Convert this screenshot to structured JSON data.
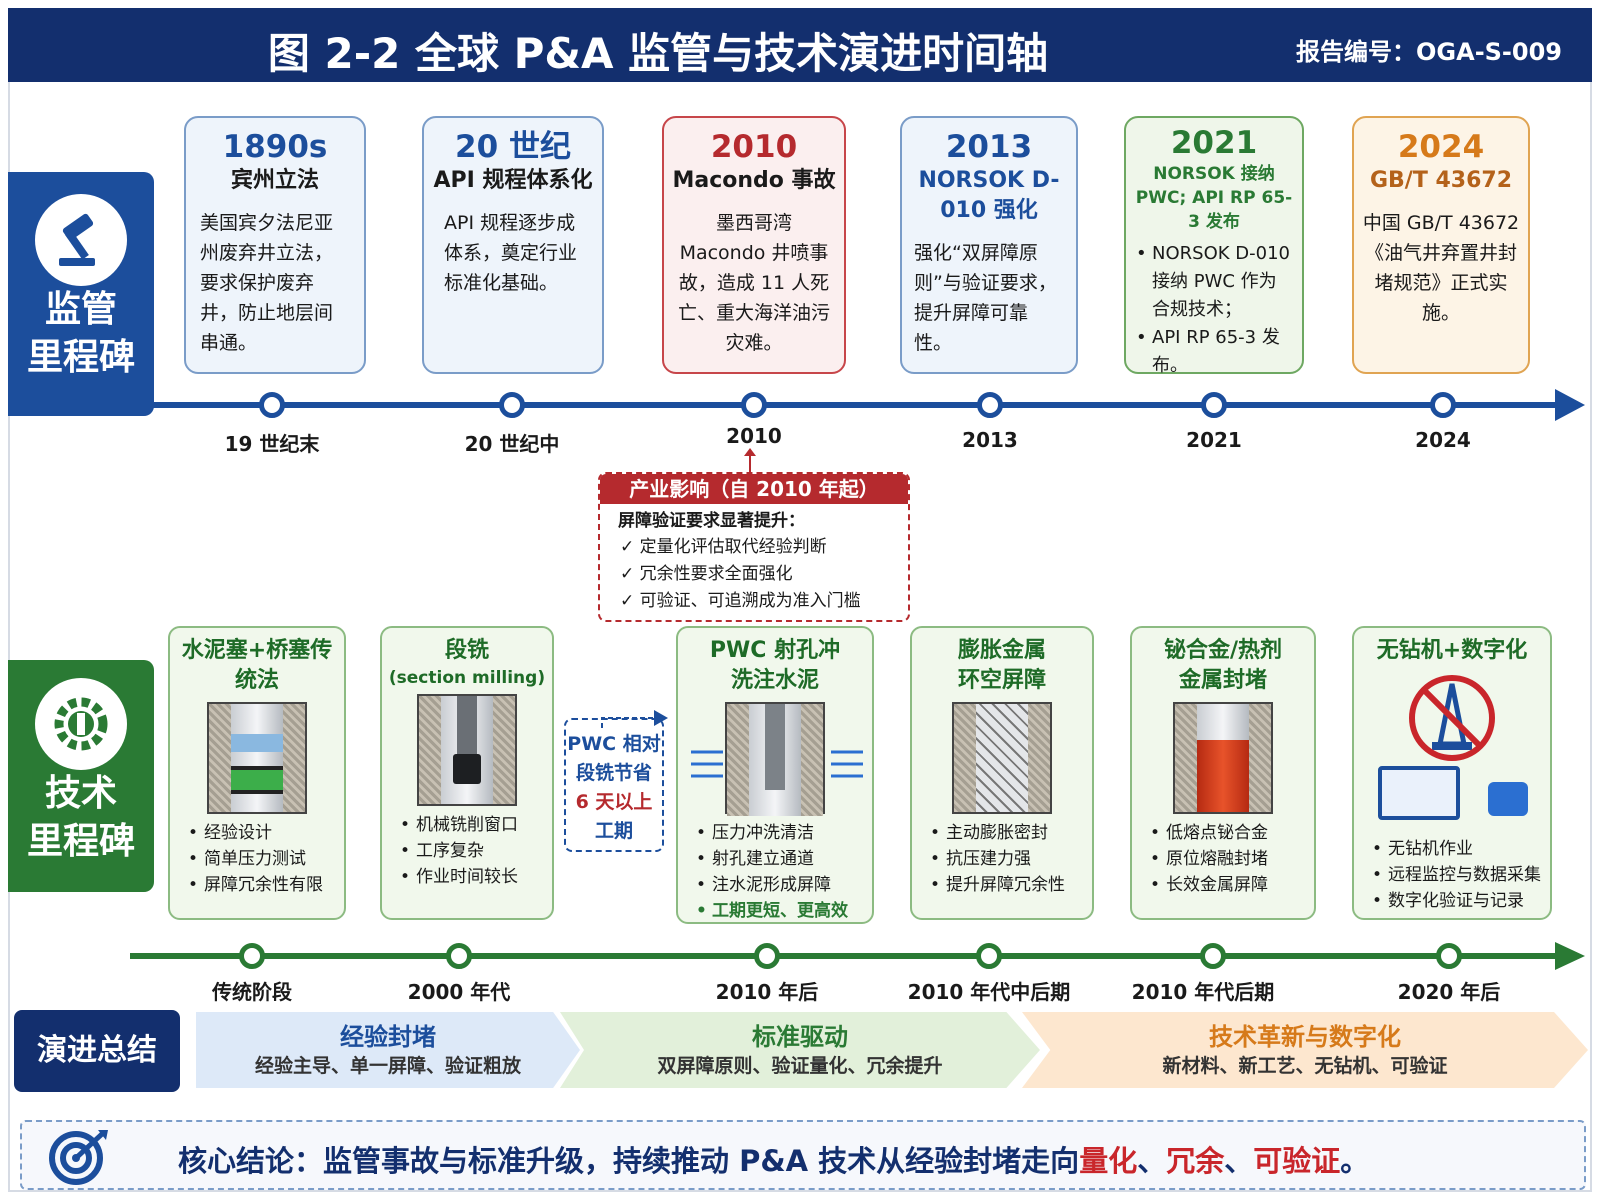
{
  "header": {
    "title": "图 2-2 全球 P&A 监管与技术演进时间轴",
    "report_no": "报告编号：OGA-S-009"
  },
  "colors": {
    "navy": "#132f6e",
    "blue_badge": "#1c4e9c",
    "green_badge": "#2a7a34",
    "red": "#b52a2e",
    "orange": "#d67a1a",
    "green_axis": "#2a7a34"
  },
  "regulatory": {
    "badge": {
      "icon": "gavel-icon",
      "line1": "监管",
      "line2": "里程碑"
    },
    "milestones": [
      {
        "year": "1890s",
        "subtitle": "宾州立法",
        "desc": "美国宾夕法尼亚州废弃井立法，要求保护废弃井，防止地层间串通。",
        "tick": "19 世纪末"
      },
      {
        "year": "20 世纪",
        "subtitle": "API 规程体系化",
        "desc": "API 规程逐步成体系，奠定行业标准化基础。",
        "tick": "20 世纪中"
      },
      {
        "year": "2010",
        "subtitle": "Macondo 事故",
        "desc": "墨西哥湾 Macondo 井喷事故，造成 11 人死亡、重大海洋油污灾难。",
        "tick": "2010"
      },
      {
        "year": "2013",
        "subtitle": "NORSOK D-010 强化",
        "desc": "强化“双屏障原则”与验证要求，提升屏障可靠性。",
        "tick": "2013"
      },
      {
        "year": "2021",
        "subtitle": "NORSOK 接纳 PWC; API RP 65-3 发布",
        "bullets": [
          "NORSOK D-010 接纳 PWC 作为合规技术；",
          "API RP 65-3 发布。"
        ],
        "tick": "2021"
      },
      {
        "year": "2024",
        "subtitle": "GB/T 43672",
        "desc": "中国 GB/T 43672《油气井弃置井封堵规范》正式实施。",
        "tick": "2024"
      }
    ]
  },
  "impact": {
    "title": "产业影响（自 2010 年起）",
    "lead": "屏障验证要求显著提升：",
    "items": [
      "定量化评估取代经验判断",
      "冗余性要求全面强化",
      "可验证、可追溯成为准入门槛"
    ]
  },
  "technology": {
    "badge": {
      "icon": "gear-wrench-icon",
      "line1": "技术",
      "line2": "里程碑"
    },
    "stages": [
      {
        "title": "水泥塞+桥塞传统法",
        "bullets": [
          "经验设计",
          "简单压力测试",
          "屏障冗余性有限"
        ],
        "tick": "传统阶段"
      },
      {
        "title": "段铣",
        "subtitle": "(section milling)",
        "bullets": [
          "机械铣削窗口",
          "工序复杂",
          "作业时间较长"
        ],
        "tick": "2000 年代"
      },
      {
        "title": "PWC 射孔冲洗注水泥",
        "bullets": [
          "压力冲洗清洁",
          "射孔建立通道",
          "注水泥形成屏障",
          "工期更短、更高效"
        ],
        "tick": "2010 年后"
      },
      {
        "title": "膨胀金属环空屏障",
        "bullets": [
          "主动膨胀密封",
          "抗压建力强",
          "提升屏障冗余性"
        ],
        "tick": "2010 年代中后期"
      },
      {
        "title": "铋合金/热剂金属封堵",
        "bullets": [
          "低熔点铋合金",
          "原位熔融封堵",
          "长效金属屏障"
        ],
        "tick": "2010 年代后期"
      },
      {
        "title": "无钻机+数字化",
        "bullets": [
          "无钻机作业",
          "远程监控与数据采集",
          "数字化验证与记录"
        ],
        "tick": "2020 年后"
      }
    ],
    "pwc_note": {
      "l1": "PWC 相对",
      "l2": "段铣节省",
      "l3": "6 天以上",
      "l4": "工期"
    }
  },
  "summary": {
    "label": "演进总结",
    "phases": [
      {
        "title": "经验封堵",
        "desc": "经验主导、单一屏障、验证粗放"
      },
      {
        "title": "标准驱动",
        "desc": "双屏障原则、验证量化、冗余提升"
      },
      {
        "title": "技术革新与数字化",
        "desc": "新材料、新工艺、无钻机、可验证"
      }
    ]
  },
  "conclusion": {
    "icon": "target-icon",
    "prefix": "核心结论：监管事故与标准升级，持续推动 P&A 技术从经验封堵走向",
    "k1": "量化",
    "sep1": "、",
    "k2": "冗余",
    "sep2": "、",
    "k3": "可验证",
    "end": "。"
  }
}
